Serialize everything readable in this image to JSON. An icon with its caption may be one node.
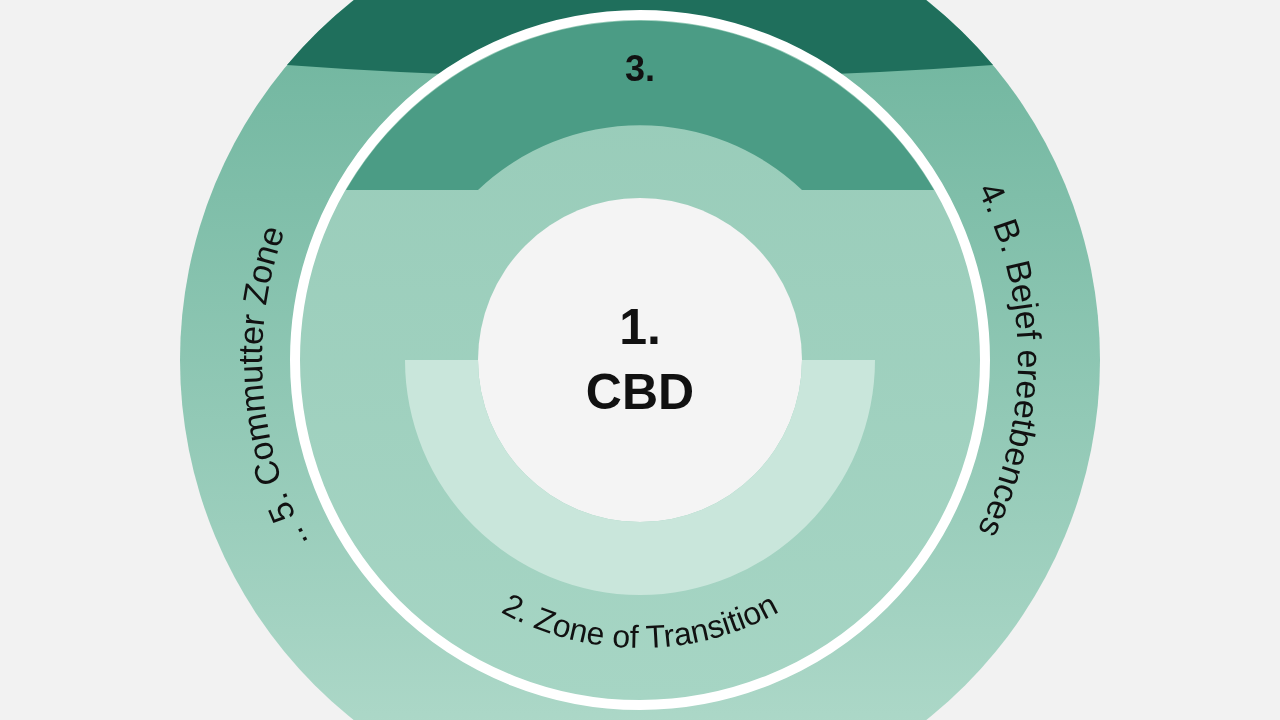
{
  "diagram": {
    "nodes": [
      {
        "text": [
          ".. 5. Commutter Zone",
          "4. B. Bejef ereetbences"
        ]
      },
      {
        "text": [
          "2. Zone of Transition"
        ],
        "in": 0
      },
      {
        "text": [
          "3."
        ],
        "in": 1
      },
      {
        "text": [
          "1. CBD"
        ],
        "in": 1
      },
      {
        "text": [],
        "shape": "band",
        "in": 1
      }
    ]
  }
}
